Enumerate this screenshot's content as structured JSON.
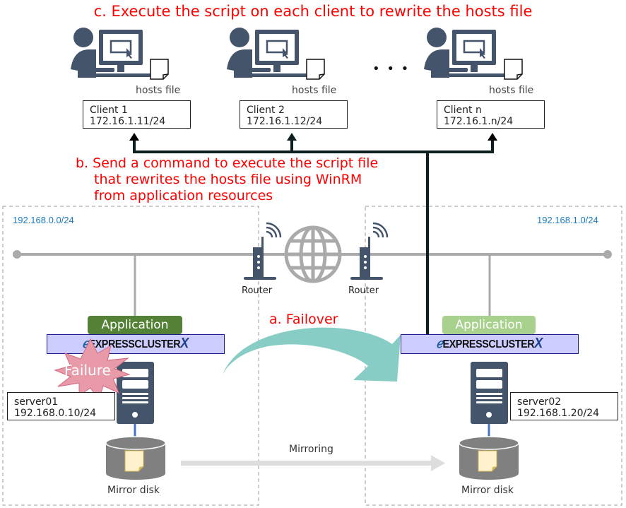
{
  "notes": {
    "c": "c. Execute the script on each client to rewrite the hosts file",
    "b_line1": "b. Send a command to execute the script file",
    "b_line2": "that rewrites the hosts file using WinRM",
    "b_line3": "from application resources",
    "a": "a. Failover"
  },
  "clients": [
    {
      "name": "Client 1",
      "ip": "172.16.1.11/24",
      "file_label": "hosts file"
    },
    {
      "name": "Client 2",
      "ip": "172.16.1.12/24",
      "file_label": "hosts file"
    },
    {
      "name": "Client n",
      "ip": "172.16.1.n/24",
      "file_label": "hosts file"
    }
  ],
  "ellipsis": "• • •",
  "networks": {
    "left": "192.168.0.0/24",
    "right": "192.168.1.0/24"
  },
  "routers": {
    "left": "Router",
    "right": "Router"
  },
  "servers": [
    {
      "name": "server01",
      "ip": "192.168.0.10/24",
      "application": "Application",
      "application_state": "active",
      "cluster_product": "EXPRESSCLUSTER",
      "cluster_product_suffix": "X",
      "failure_label": "Failure",
      "disk_label": "Mirror disk"
    },
    {
      "name": "server02",
      "ip": "192.168.1.20/24",
      "application": "Application",
      "application_state": "standby",
      "cluster_product": "EXPRESSCLUSTER",
      "cluster_product_suffix": "X",
      "disk_label": "Mirror disk"
    }
  ],
  "mirroring_label": "Mirroring",
  "colors": {
    "note_red": "#ff0000",
    "icon_slate": "#44546a",
    "network_line": "#aaaaaa",
    "network_label_blue": "#1a7bc4",
    "app_active_green": "#538135",
    "app_standby_green": "#a9d18e",
    "cluster_bar": "#ccccff",
    "failover_arrow_teal": "#88cdc5",
    "failure_pink": "#e89aa8",
    "mirror_arrow": "#dddddd",
    "disk_gray": "#808080",
    "disk_file_yellow": "#fff2cc",
    "command_line": "#0d1f1f"
  }
}
